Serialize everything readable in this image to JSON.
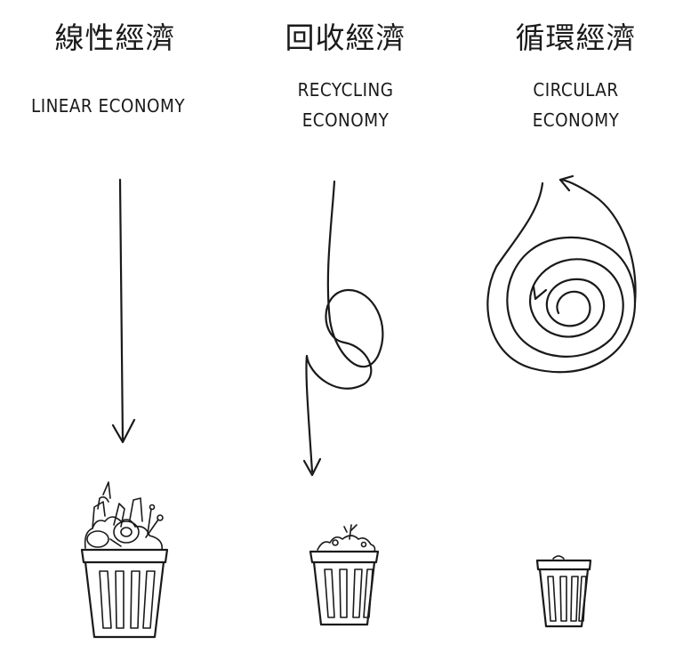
{
  "columns": [
    {
      "title_zh": "線性經濟",
      "title_en": [
        "LINEAR ECONOMY"
      ]
    },
    {
      "title_zh": "回收經濟",
      "title_en": [
        "RECYCLING",
        "ECONOMY"
      ]
    },
    {
      "title_zh": "循環經濟",
      "title_en": [
        "CIRCULAR",
        "ECONOMY"
      ]
    }
  ]
}
